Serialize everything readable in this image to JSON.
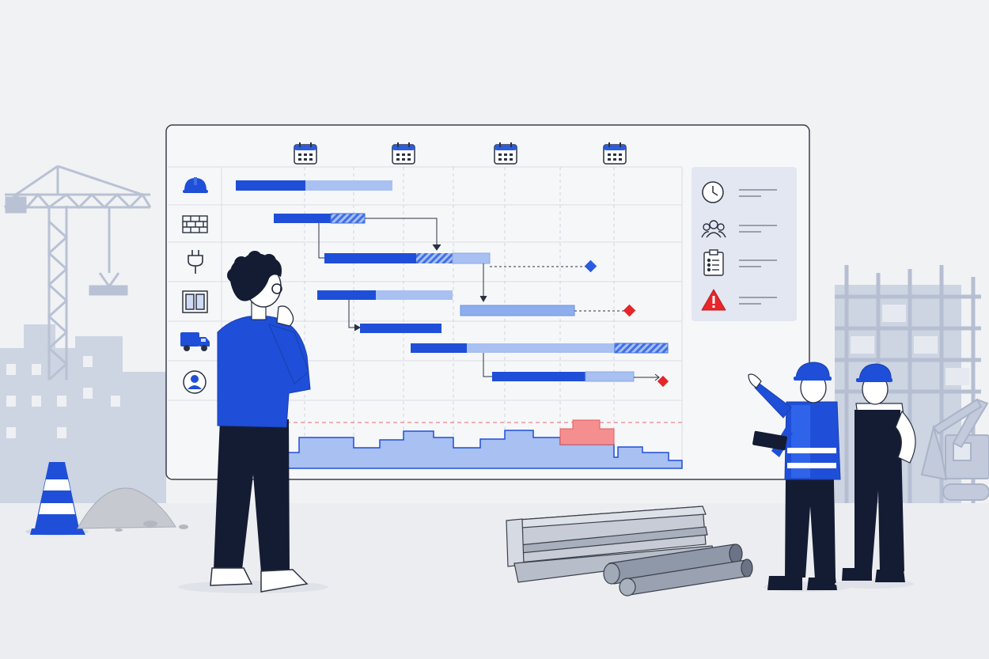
{
  "colors": {
    "background": "#f1f2f4",
    "ground": "#e9eaee",
    "silhouette": "#ccd3e1",
    "board_bg": "#f6f7f9",
    "board_border": "#3a3f4b",
    "primary_blue": "#1f4fd8",
    "mid_blue": "#3f6fe6",
    "light_blue": "#a8c0f2",
    "milestone_blue": "#2a5be0",
    "milestone_red": "#e5262b",
    "overload_red": "#f28a8a",
    "limit_line": "#f06b6b",
    "panel_bg": "#e3e7f1",
    "navy": "#141c33"
  },
  "gantt": {
    "header_icons": [
      "calendar-icon",
      "calendar-icon",
      "calendar-icon",
      "calendar-icon"
    ],
    "rows": [
      {
        "icon": "hard-hat-icon"
      },
      {
        "icon": "brick-wall-icon"
      },
      {
        "icon": "electric-plug-icon"
      },
      {
        "icon": "window-icon"
      },
      {
        "icon": "delivery-truck-icon"
      },
      {
        "icon": "worker-profile-icon"
      }
    ],
    "task_bars": 8,
    "milestones": [
      "blue",
      "red",
      "red"
    ],
    "dependency_arrows": 4
  },
  "side_panel": {
    "items": [
      {
        "icon": "clock-icon"
      },
      {
        "icon": "team-icon"
      },
      {
        "icon": "checklist-icon"
      },
      {
        "icon": "warning-icon"
      }
    ]
  },
  "resource_histogram": {
    "levels": [
      0.15,
      0.45,
      0.3,
      0.45,
      0.55,
      0.45,
      0.3,
      0.55,
      0.45,
      0.7,
      0.35,
      0.15
    ],
    "overload_segment": 9
  },
  "scene": {
    "characters": [
      "planner-person",
      "foreman-with-tablet",
      "worker-in-overalls"
    ],
    "props": [
      "traffic-cone",
      "gravel-pile",
      "steel-i-beams",
      "steel-pipes",
      "tower-crane",
      "excavator",
      "building-frame"
    ]
  }
}
